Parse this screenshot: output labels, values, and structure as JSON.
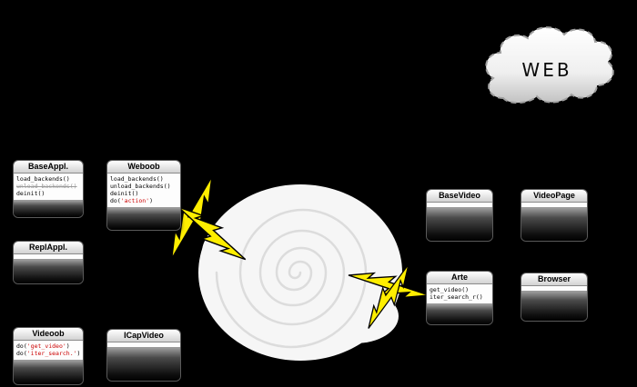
{
  "diagram": {
    "cloud": {
      "label": "WEB"
    },
    "boxes": {
      "baseappl": {
        "title": "BaseAppl.",
        "methods": [
          {
            "text": "load_backends()"
          },
          {
            "text": "unload_backends()"
          },
          {
            "text": "deinit()"
          }
        ]
      },
      "weboob": {
        "title": "Weboob",
        "methods": [
          {
            "text": "load_backends()"
          },
          {
            "text": "unload_backends()"
          },
          {
            "text": "deinit()"
          },
          {
            "prefix": "do(",
            "string": "'action'",
            "suffix": ")"
          }
        ]
      },
      "replappl": {
        "title": "ReplAppl."
      },
      "videoob": {
        "title": "Videoob",
        "methods": [
          {
            "prefix": "do(",
            "string": "'get_video'",
            "suffix": ")"
          },
          {
            "prefix": "do(",
            "string": "'iter_search.'",
            "suffix": ")"
          }
        ]
      },
      "icapvideo": {
        "title": "ICapVideo"
      },
      "basevideo": {
        "title": "BaseVideo"
      },
      "videopage": {
        "title": "VideoPage"
      },
      "arte": {
        "title": "Arte",
        "methods": [
          {
            "text": "get_video()"
          },
          {
            "text": "iter_search_r()"
          }
        ]
      },
      "browser": {
        "title": "Browser"
      }
    },
    "colors": {
      "bolt": "#ffee00",
      "string-red": "#cc0000",
      "struck": "#9a9a9a",
      "background": "#000000"
    }
  }
}
